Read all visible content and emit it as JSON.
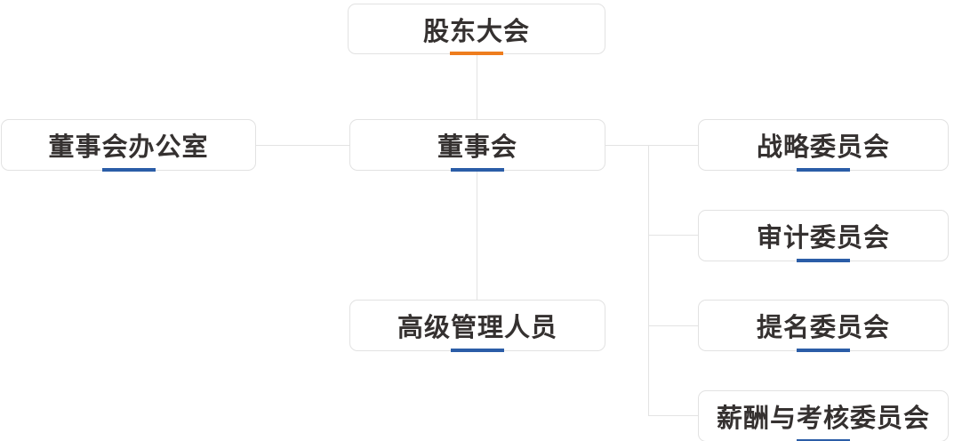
{
  "diagram": {
    "type": "org-chart",
    "colors": {
      "root_accent": "#ee7d1e",
      "child_accent": "#2b5da7",
      "box_border": "#e2e2e2",
      "connector": "#e3e3e3",
      "text": "#353130",
      "background": "#ffffff"
    },
    "nodes": [
      {
        "id": "shareholders-meeting",
        "label": "股东大会",
        "accent_color": "#ee7d1e"
      },
      {
        "id": "board-office",
        "label": "董事会办公室",
        "accent_color": "#2b5da7"
      },
      {
        "id": "board-of-directors",
        "label": "董事会",
        "accent_color": "#2b5da7"
      },
      {
        "id": "senior-management",
        "label": "高级管理人员",
        "accent_color": "#2b5da7"
      },
      {
        "id": "strategy-committee",
        "label": "战略委员会",
        "accent_color": "#2b5da7"
      },
      {
        "id": "audit-committee",
        "label": "审计委员会",
        "accent_color": "#2b5da7"
      },
      {
        "id": "nomination-committee",
        "label": "提名委员会",
        "accent_color": "#2b5da7"
      },
      {
        "id": "remuneration-appraisal-committee",
        "label": "薪酬与考核委员会",
        "accent_color": "#2b5da7"
      }
    ],
    "edges": [
      {
        "from": "股东大会",
        "to": "董事会"
      },
      {
        "from": "董事会",
        "to": "董事会办公室"
      },
      {
        "from": "董事会",
        "to": "高级管理人员"
      },
      {
        "from": "董事会",
        "to": "战略委员会"
      },
      {
        "from": "董事会",
        "to": "审计委员会"
      },
      {
        "from": "董事会",
        "to": "提名委员会"
      },
      {
        "from": "董事会",
        "to": "薪酬与考核委员会"
      }
    ]
  }
}
